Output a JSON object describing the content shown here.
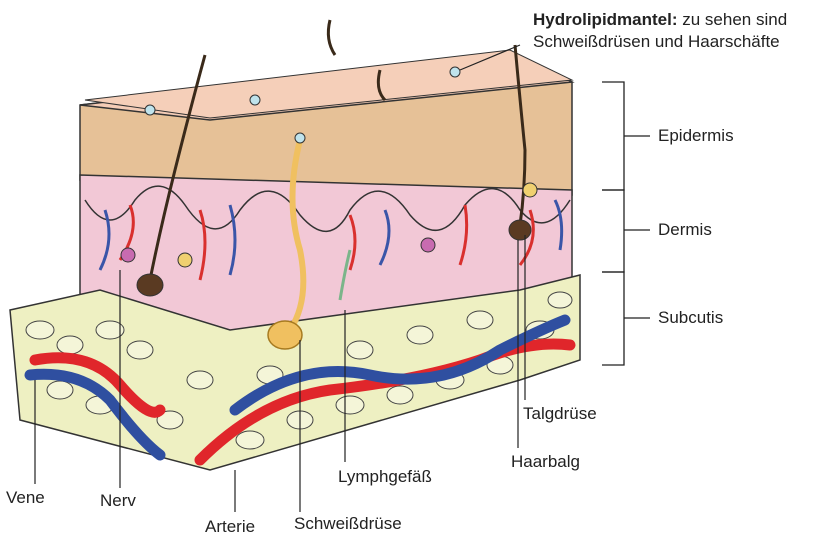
{
  "callout": {
    "title": "Hydrolipidmantel:",
    "line1_rest": "zu sehen sind",
    "line2": "Schweißdrüsen und Haarschäfte"
  },
  "layers": {
    "epidermis": "Epidermis",
    "dermis": "Dermis",
    "subcutis": "Subcutis"
  },
  "structures": {
    "talgdruese": "Talgdrüse",
    "haarbalg": "Haarbalg",
    "lymphgefaess": "Lymphgefäß",
    "vene": "Vene",
    "nerv": "Nerv",
    "arterie": "Arterie",
    "schweissdruese": "Schweißdrüse"
  },
  "colors": {
    "surface": "#f3cdb6",
    "epidermis": "#e9c49a",
    "dermis": "#f2c9d6",
    "subcutis": "#eef0c4",
    "artery": "#e0262b",
    "vein": "#2f4fa0",
    "hair": "#3a2a1a",
    "sweat_gland": "#f0c060"
  }
}
